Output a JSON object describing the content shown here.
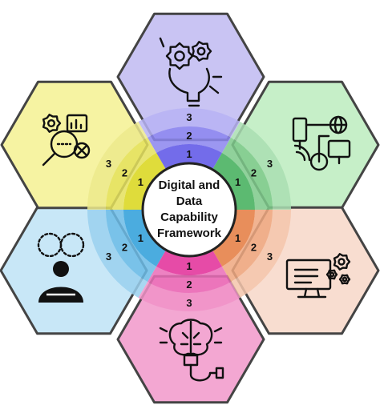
{
  "center": {
    "lines": [
      "Digital and",
      "Data",
      "Capability",
      "Framework"
    ]
  },
  "ring_levels": [
    "1",
    "2",
    "3"
  ],
  "segments": [
    {
      "id": "top",
      "color": "#c9c4f3",
      "ring_colors": [
        "#5a52e6",
        "#8b85ee",
        "#b7b3f3"
      ],
      "icon": "head-gears-icon"
    },
    {
      "id": "top-right",
      "color": "#c6efc8",
      "ring_colors": [
        "#3fae58",
        "#7cc98a",
        "#a9deb2"
      ],
      "icon": "connected-devices-icon"
    },
    {
      "id": "bottom-right",
      "color": "#f8ddd0",
      "ring_colors": [
        "#e47a3e",
        "#eea77f",
        "#f4c6ab"
      ],
      "icon": "computer-settings-icon"
    },
    {
      "id": "bottom",
      "color": "#f3a7d2",
      "ring_colors": [
        "#e22b98",
        "#ea6cb7",
        "#f092c8"
      ],
      "icon": "brain-plug-icon"
    },
    {
      "id": "bottom-left",
      "color": "#c8e7f7",
      "ring_colors": [
        "#2c9ed9",
        "#6bbbe6",
        "#9ad0ee"
      ],
      "icon": "people-discussion-icon"
    },
    {
      "id": "top-left",
      "color": "#f6f3a2",
      "ring_colors": [
        "#d9d619",
        "#e4e15c",
        "#ece98c"
      ],
      "icon": "data-analysis-icon"
    }
  ]
}
